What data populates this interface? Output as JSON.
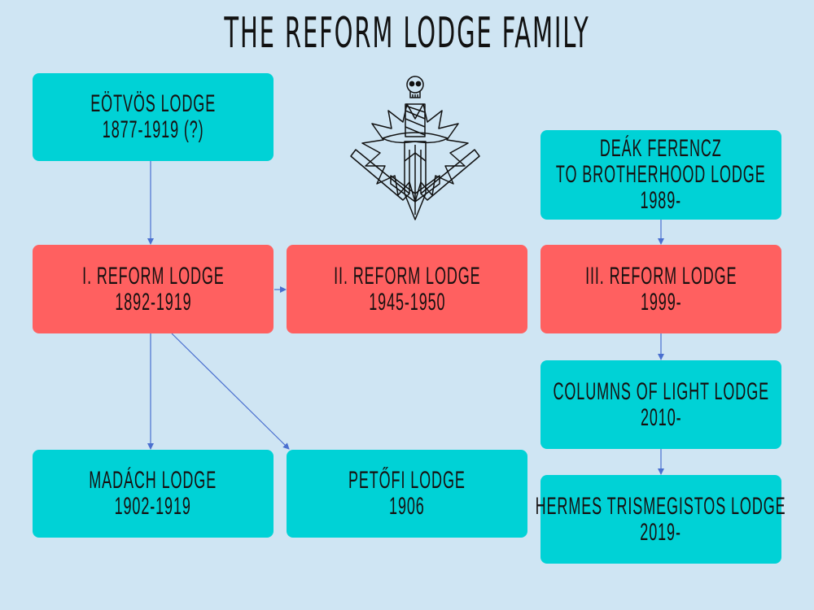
{
  "title": "THE REFORM LODGE FAMILY",
  "colors": {
    "background": "#cfe5f3",
    "lodge_teal": "#00d2d6",
    "reform_red": "#ff6060",
    "connector": "#4a6fcf",
    "text": "#161010"
  },
  "emblem": {
    "icon": "masonic-emblem-skull-dagger-square-compass-icon"
  },
  "lodges": {
    "eotvos": {
      "name": "EÖTVÖS LODGE",
      "years": "1877-1919 (?)",
      "type": "precursor"
    },
    "reform1": {
      "name": "I. REFORM LODGE",
      "years": "1892-1919",
      "type": "reform"
    },
    "reform2": {
      "name": "II. REFORM LODGE",
      "years": "1945-1950",
      "type": "reform"
    },
    "deak": {
      "name_line1": "DEÁK FERENCZ",
      "name_line2": "TO BROTHERHOOD LODGE",
      "years": "1989-",
      "type": "precursor"
    },
    "reform3": {
      "name": "III. REFORM LODGE",
      "years": "1999-",
      "type": "reform"
    },
    "madach": {
      "name": "MADÁCH LODGE",
      "years": "1902-1919",
      "type": "daughter"
    },
    "petofi": {
      "name": "PETŐFI LODGE",
      "years": "1906",
      "type": "daughter"
    },
    "columns": {
      "name": "COLUMNS OF LIGHT LODGE",
      "years": "2010-",
      "type": "daughter"
    },
    "hermes": {
      "name": "HERMES TRISMEGISTOS LODGE",
      "years": "2019-",
      "type": "daughter"
    }
  },
  "connections": [
    {
      "from": "eotvos",
      "to": "reform1"
    },
    {
      "from": "reform1",
      "to": "reform2"
    },
    {
      "from": "reform1",
      "to": "madach"
    },
    {
      "from": "reform1",
      "to": "petofi"
    },
    {
      "from": "deak",
      "to": "reform3"
    },
    {
      "from": "reform3",
      "to": "columns"
    },
    {
      "from": "columns",
      "to": "hermes"
    }
  ]
}
